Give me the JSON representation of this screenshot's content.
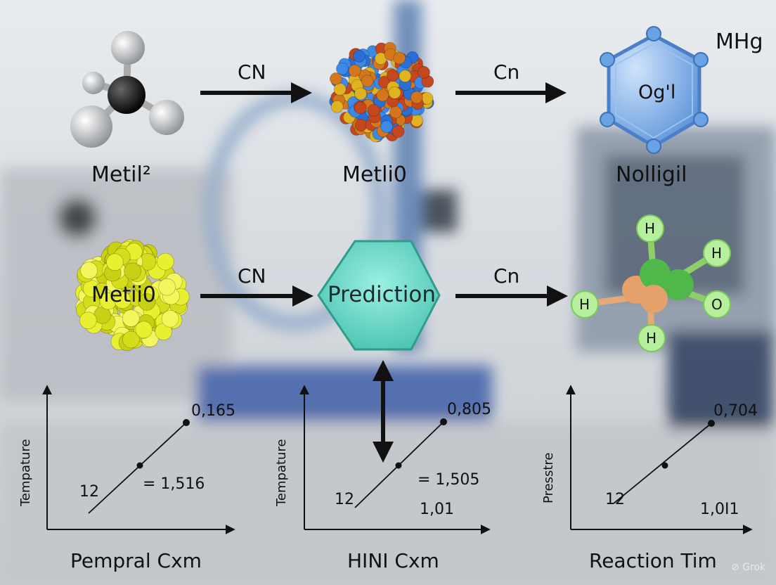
{
  "nodes": {
    "top_left": "Metil²",
    "top_middle": "Metli0",
    "top_right": "Nolligil",
    "top_right_formula": "MHg",
    "hexagon_text": "Og'l",
    "middle_left": "Metii0",
    "center": "Prediction"
  },
  "edges": {
    "top_1": "CN",
    "top_2": "Cn",
    "mid_1": "CN",
    "mid_2": "Cn"
  },
  "molecule_atoms": [
    "H",
    "H",
    "H",
    "O",
    "H"
  ],
  "plots": [
    {
      "ylabel": "Tempature",
      "xlabel": "Pempral Cxm",
      "top_value": "0,165",
      "mid_value": "= 1,516",
      "start_value": "12",
      "extra_value": ""
    },
    {
      "ylabel": "Tempature",
      "xlabel": "HINI Cxm",
      "top_value": "0,805",
      "mid_value": "= 1,505",
      "start_value": "12",
      "extra_value": "1,01"
    },
    {
      "ylabel": "Presstre",
      "xlabel": "Reaction Tim",
      "top_value": "0,704",
      "mid_value": "",
      "start_value": "12",
      "extra_value": "1,0I1"
    }
  ],
  "watermark": "Grok",
  "colors": {
    "prediction_fill": "#5fd1c0",
    "hexagon_fill": "#7fb3ea",
    "nanocluster_fill": "#e4ec2a",
    "arrow": "#111111"
  }
}
